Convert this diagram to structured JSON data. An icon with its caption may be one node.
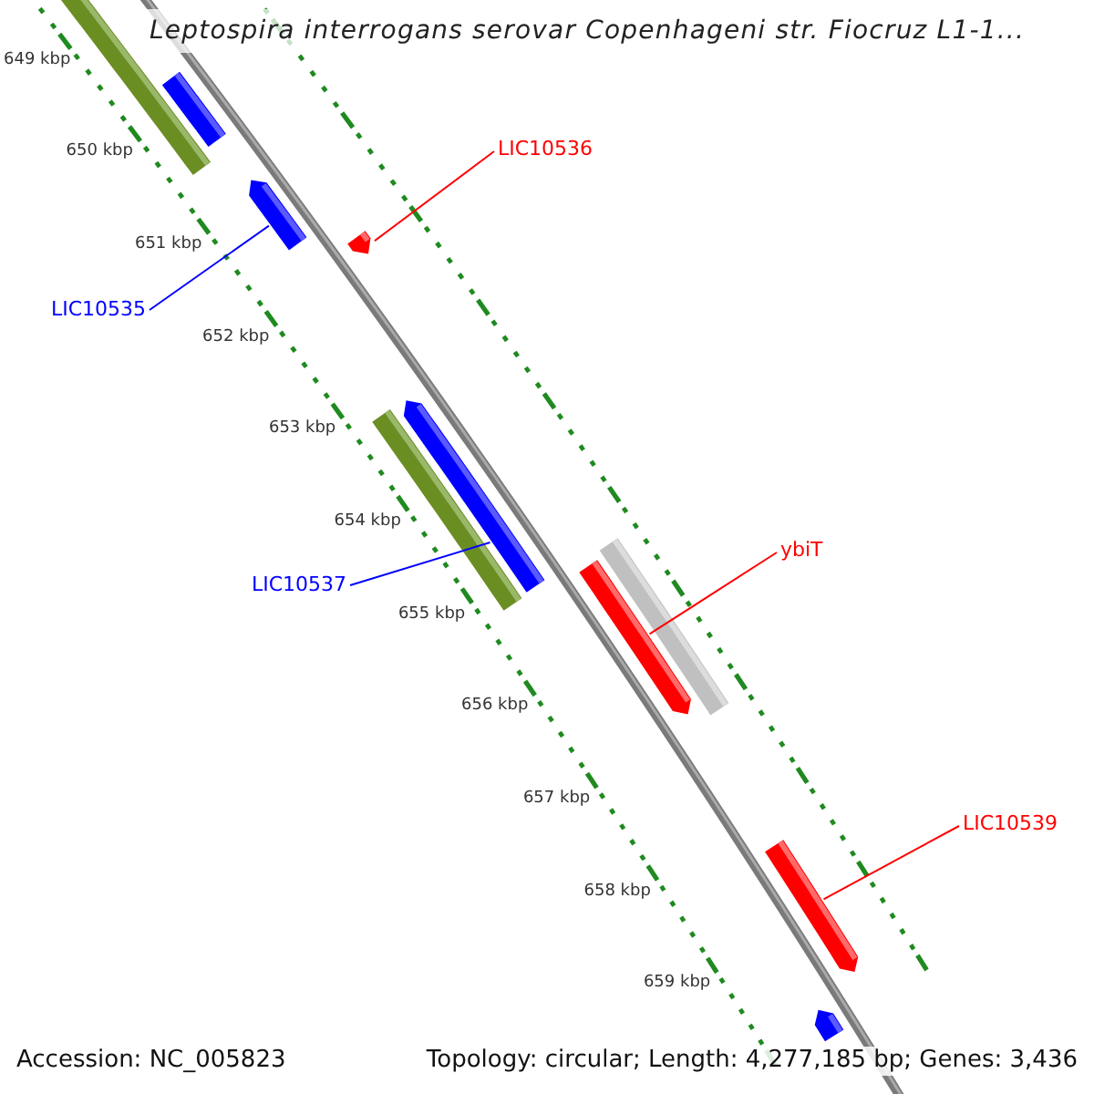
{
  "diagram": {
    "title": "Leptospira interrogans serovar Copenhageni str. Fiocruz L1-1...",
    "nodes": [
      {
        "text": [],
        "shape": "bar"
      },
      {
        "text": [],
        "shape": "bar"
      },
      {
        "text": [],
        "shape": "bar"
      },
      {
        "text": [],
        "shape": "bar"
      },
      {
        "text": [],
        "shape": "bar"
      },
      {
        "text": [],
        "shape": "bar"
      },
      {
        "text": [],
        "shape": "bar"
      },
      {
        "text": [],
        "shape": "bar"
      },
      {
        "text": [],
        "shape": "bar"
      },
      {
        "text": [],
        "shape": "bar"
      },
      {
        "text": [
          "LIC10536"
        ]
      },
      {
        "text": [
          "LIC10535"
        ]
      },
      {
        "text": [
          "LIC10537"
        ]
      },
      {
        "text": [
          "ybiT"
        ]
      },
      {
        "text": [
          "LIC10539"
        ]
      }
    ],
    "edges": [
      {
        "from": 10,
        "to": 3,
        "arrow": "none"
      },
      {
        "from": 11,
        "to": 2,
        "arrow": "none",
        "color": "#0000ff"
      },
      {
        "from": 12,
        "to": 5,
        "arrow": "none",
        "color": "#0000ff"
      },
      {
        "from": 13,
        "to": 6,
        "arrow": "none"
      },
      {
        "from": 14,
        "to": 8,
        "arrow": "none"
      }
    ],
    "labels": [
      "649 kbp",
      "650 kbp",
      "651 kbp",
      "652 kbp",
      "653 kbp",
      "654 kbp",
      "655 kbp",
      "656 kbp",
      "657 kbp",
      "658 kbp",
      "659 kbp",
      "Accession: NC_005823",
      "Topology: circular; Length: 4,277,185 bp; Genes: 3,436"
    ]
  }
}
